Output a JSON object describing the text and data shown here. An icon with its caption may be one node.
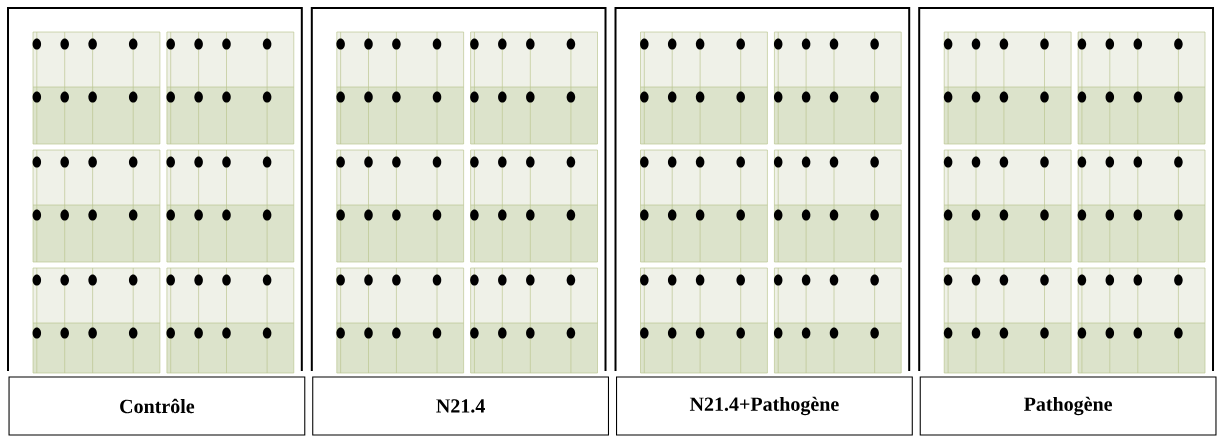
{
  "diagram": {
    "labels": [
      "Contrôle",
      "N21.4",
      "N21.4+Pathogène",
      "Pathogène"
    ]
  }
}
